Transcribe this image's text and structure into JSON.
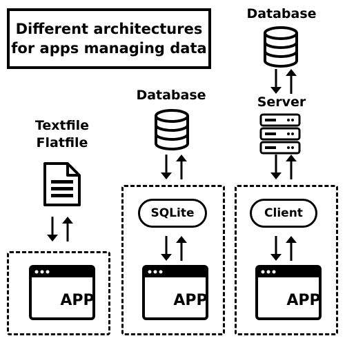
{
  "title": {
    "line1": "Different architectures",
    "line2": "for apps managing data"
  },
  "columns": [
    {
      "top_labels": [
        "Textfile",
        "Flatfile"
      ],
      "storage_icon": "document-icon",
      "app_label": "APP"
    },
    {
      "top_label": "Database",
      "storage_icon": "database-icon",
      "middle_label": "SQLite",
      "app_label": "APP"
    },
    {
      "top_label": "Database",
      "storage_icon": "database-icon",
      "server_label": "Server",
      "server_icon": "server-icon",
      "middle_label": "Client",
      "app_label": "APP"
    }
  ],
  "colors": {
    "stroke": "#000000",
    "background": "#ffffff"
  }
}
